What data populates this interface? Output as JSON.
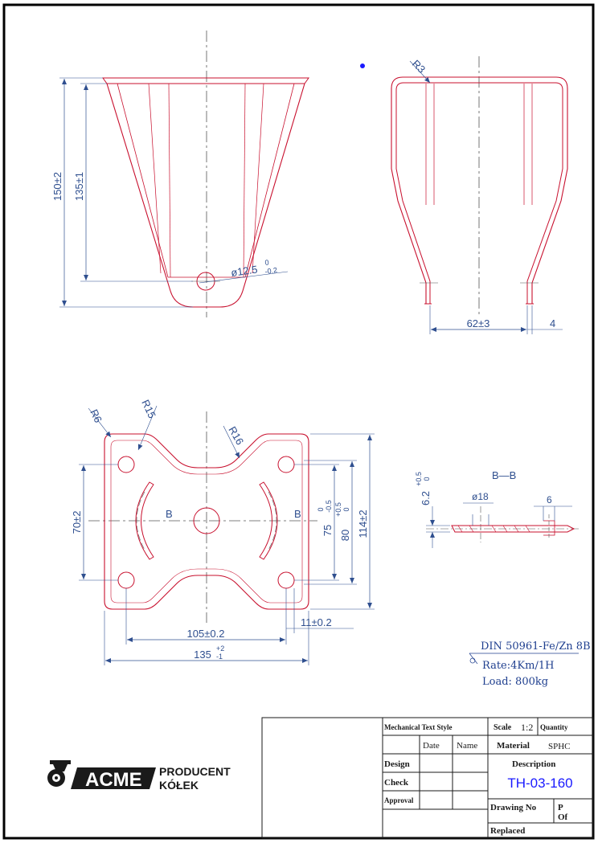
{
  "front_view": {
    "dim_height_outer": "150±2",
    "dim_height_inner": "135±1",
    "dim_hole": "ø12.5",
    "dim_hole_tol_upper": "0",
    "dim_hole_tol_lower": "-0.2"
  },
  "side_view": {
    "radius": "R3",
    "dim_width": "62±3",
    "dim_thickness": "4"
  },
  "plan_view": {
    "r6": "R6",
    "r15": "R15",
    "r16": "R16",
    "section_mark": "B",
    "dim_70": "70±2",
    "dim_75": "75",
    "dim_75_tol_upper": "0",
    "dim_75_tol_lower": "-0.5",
    "dim_80": "80",
    "dim_80_tol_upper": "+0.5",
    "dim_80_tol_lower": "0",
    "dim_114": "114±2",
    "dim_105": "105±0.2",
    "dim_11": "11±0.2",
    "dim_135": "135",
    "dim_135_tol_upper": "+2",
    "dim_135_tol_lower": "-1"
  },
  "section": {
    "title": "B—B",
    "dim_6_2": "6.2",
    "dim_6_2_tol_upper": "+0.5",
    "dim_6_2_tol_lower": "0",
    "dim_hole": "ø18",
    "dim_6": "6"
  },
  "notes": {
    "finish": "DIN 50961-Fe/Zn 8B",
    "rate": "Rate:4Km/1H",
    "load": "Load: 800kg"
  },
  "logo": {
    "brand": "ACME",
    "line1": "PRODUCENT",
    "line2": "KÓŁEK"
  },
  "title_block": {
    "mechanical_text_style": "Mechanical Text Style",
    "scale_label": "Scale",
    "scale_value": "1:2",
    "quantity_label": "Quantity",
    "date_label": "Date",
    "name_label": "Name",
    "material_label": "Material",
    "material_value": "SPHC",
    "design_label": "Design",
    "description_label": "Description",
    "check_label": "Check",
    "part_number": "TH-03-160",
    "approval_label": "Approval",
    "drawing_no_label": "Drawing No",
    "p_label": "P",
    "of_label": "Of",
    "replaced_label": "Replaced"
  },
  "colors": {
    "part_outline": "#c8102e",
    "dimension": "#2f4f8f",
    "frame": "#000000",
    "accent_blue": "#1a1aff"
  }
}
